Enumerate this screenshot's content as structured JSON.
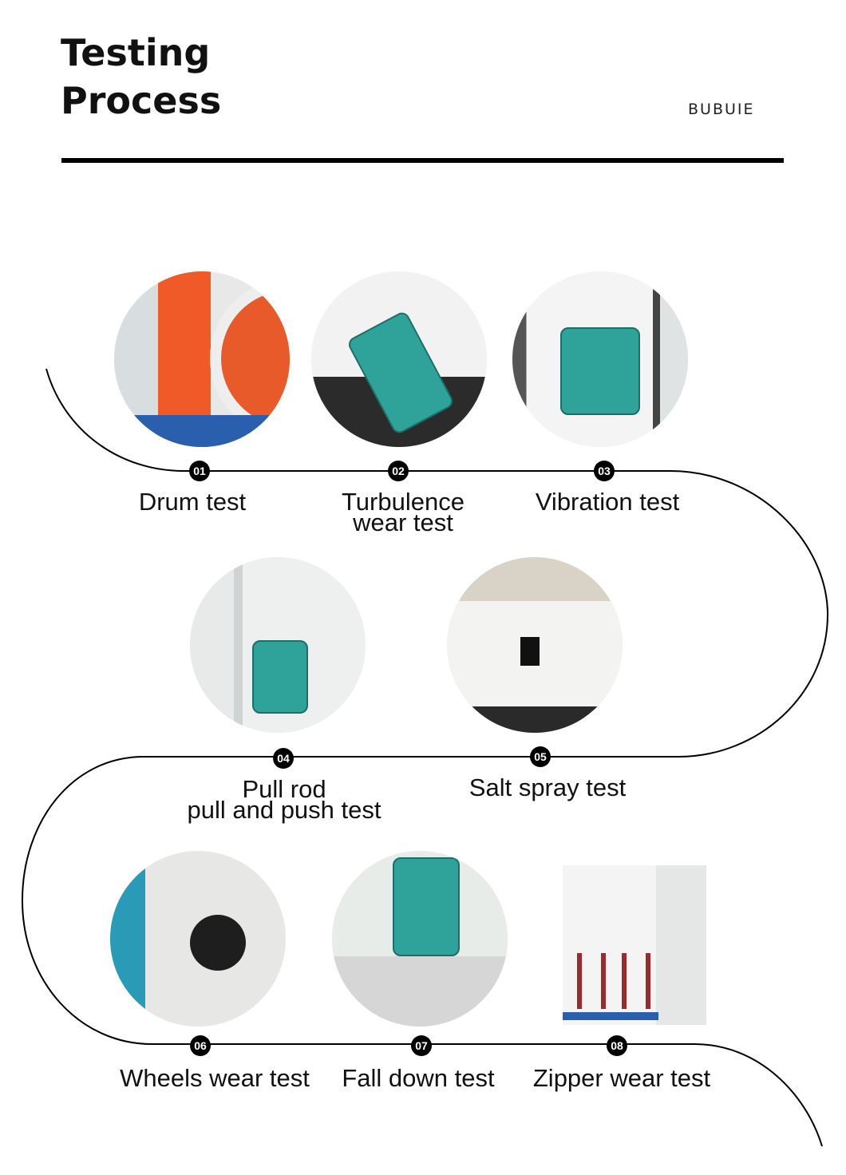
{
  "header": {
    "title_line1": "Testing",
    "title_line2": "Process",
    "brand": "BUBUIE"
  },
  "steps": [
    {
      "number": "01",
      "label": "Drum test"
    },
    {
      "number": "02",
      "label_line1": "Turbulence",
      "label_line2": "wear test"
    },
    {
      "number": "03",
      "label": "Vibration test"
    },
    {
      "number": "04",
      "label_line1": "Pull rod",
      "label_line2": "pull and push test"
    },
    {
      "number": "05",
      "label": "Salt spray test"
    },
    {
      "number": "06",
      "label": "Wheels wear test"
    },
    {
      "number": "07",
      "label": "Fall down test"
    },
    {
      "number": "08",
      "label": "Zipper wear test"
    }
  ],
  "colors": {
    "accent": "#2fa39a",
    "line": "#000000"
  }
}
